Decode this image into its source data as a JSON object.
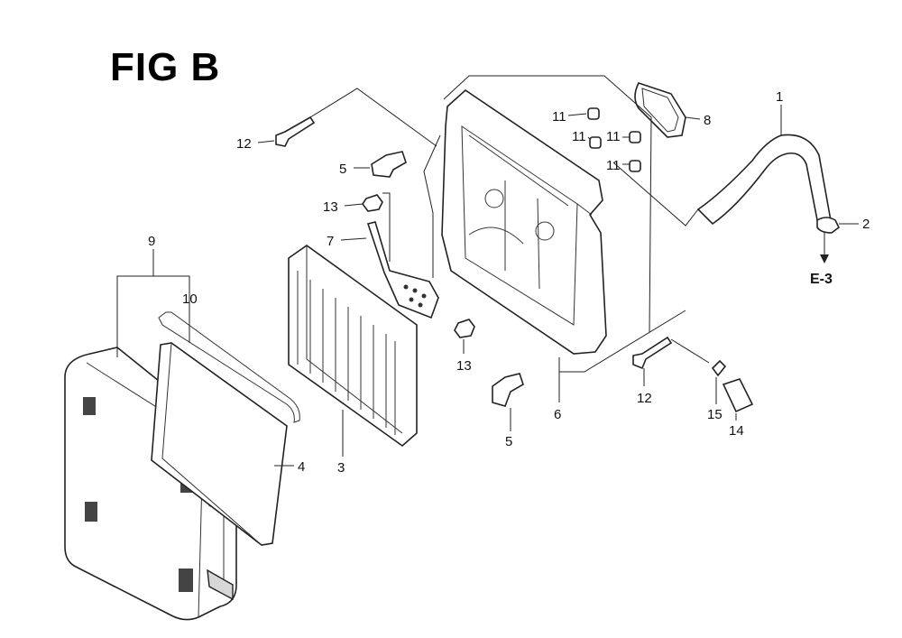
{
  "figure": {
    "title": "FIG B"
  },
  "callouts": {
    "c1": "1",
    "c2": "2",
    "c3": "3",
    "c4": "4",
    "c5a": "5",
    "c5b": "5",
    "c6": "6",
    "c7": "7",
    "c8": "8",
    "c9": "9",
    "c10": "10",
    "c11a": "11",
    "c11b": "11",
    "c11c": "11",
    "c11d": "11",
    "c12a": "12",
    "c12b": "12",
    "c13a": "13",
    "c13b": "13",
    "c14": "14",
    "c15": "15"
  },
  "reference": {
    "label": "E-3"
  }
}
